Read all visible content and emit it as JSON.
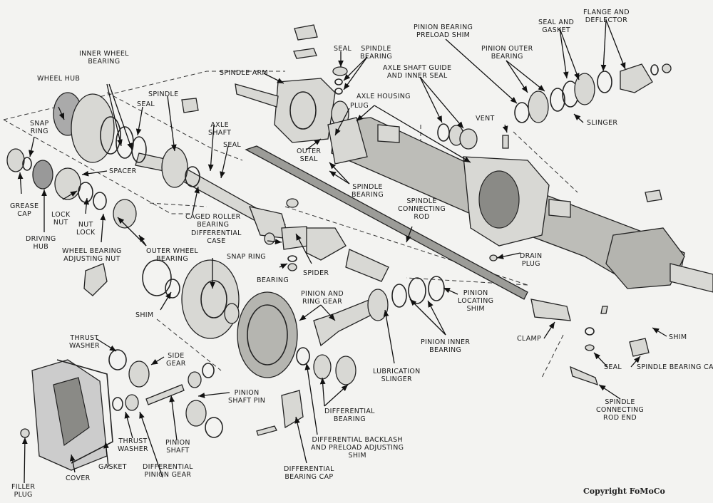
{
  "diagram": {
    "title": "Front Drive Axle Exploded View",
    "copyright": "Copyright FoMoCo",
    "labels": [
      {
        "id": "inner-wheel-bearing",
        "text": "INNER WHEEL\nBEARING"
      },
      {
        "id": "wheel-hub",
        "text": "WHEEL HUB"
      },
      {
        "id": "spindle",
        "text": "SPINDLE"
      },
      {
        "id": "seal-hub",
        "text": "SEAL"
      },
      {
        "id": "snap-ring-hub",
        "text": "SNAP\nRING"
      },
      {
        "id": "axle-shaft",
        "text": "AXLE\nSHAFT"
      },
      {
        "id": "seal-axle",
        "text": "SEAL"
      },
      {
        "id": "spacer",
        "text": "SPACER"
      },
      {
        "id": "grease-cap",
        "text": "GREASE\nCAP"
      },
      {
        "id": "lock-nut",
        "text": "LOCK\nNUT"
      },
      {
        "id": "nut-lock",
        "text": "NUT\nLOCK"
      },
      {
        "id": "driving-hub",
        "text": "DRIVING\nHUB"
      },
      {
        "id": "wheel-bearing-adjusting-nut",
        "text": "WHEEL BEARING\nADJUSTING NUT"
      },
      {
        "id": "outer-wheel-bearing",
        "text": "OUTER WHEEL\nBEARING"
      },
      {
        "id": "caged-roller-bearing",
        "text": "CAGED ROLLER\nBEARING"
      },
      {
        "id": "differential-case",
        "text": "DIFFERENTIAL\nCASE"
      },
      {
        "id": "shim-left",
        "text": "SHIM"
      },
      {
        "id": "spindle-arm",
        "text": "SPINDLE ARM"
      },
      {
        "id": "seal-top",
        "text": "SEAL"
      },
      {
        "id": "spindle-bearing-top",
        "text": "SPINDLE\nBEARING"
      },
      {
        "id": "axle-shaft-guide",
        "text": "AXLE SHAFT GUIDE\nAND INNER SEAL"
      },
      {
        "id": "axle-housing",
        "text": "AXLE HOUSING"
      },
      {
        "id": "plug",
        "text": "PLUG"
      },
      {
        "id": "outer-seal",
        "text": "OUTER\nSEAL"
      },
      {
        "id": "spindle-bearing-bottom",
        "text": "SPINDLE\nBEARING"
      },
      {
        "id": "spindle-connecting-rod",
        "text": "SPINDLE\nCONNECTING\nROD"
      },
      {
        "id": "pinion-bearing-preload-shim",
        "text": "PINION BEARING\nPRELOAD SHIM"
      },
      {
        "id": "seal-and-gasket",
        "text": "SEAL AND\nGASKET"
      },
      {
        "id": "flange-and-deflector",
        "text": "FLANGE AND\nDEFLECTOR"
      },
      {
        "id": "pinion-outer-bearing",
        "text": "PINION OUTER\nBEARING"
      },
      {
        "id": "slinger",
        "text": "SLINGER"
      },
      {
        "id": "vent",
        "text": "VENT"
      },
      {
        "id": "snap-ring-ujoint",
        "text": "SNAP RING"
      },
      {
        "id": "bearing-ujoint",
        "text": "BEARING"
      },
      {
        "id": "spider",
        "text": "SPIDER"
      },
      {
        "id": "pinion-and-ring-gear",
        "text": "PINION AND\nRING GEAR"
      },
      {
        "id": "drain-plug",
        "text": "DRAIN\nPLUG"
      },
      {
        "id": "pinion-locating-shim",
        "text": "PINION\nLOCATING\nSHIM"
      },
      {
        "id": "pinion-inner-bearing",
        "text": "PINION INNER\nBEARING"
      },
      {
        "id": "lubrication-slinger",
        "text": "LUBRICATION\nSLINGER"
      },
      {
        "id": "clamp",
        "text": "CLAMP"
      },
      {
        "id": "shim-right",
        "text": "SHIM"
      },
      {
        "id": "seal-right",
        "text": "SEAL"
      },
      {
        "id": "spindle-bearing-cap",
        "text": "SPINDLE BEARING CAP"
      },
      {
        "id": "spindle-connecting-rod-end",
        "text": "SPINDLE\nCONNECTING\nROD END"
      },
      {
        "id": "thrust-washer-top",
        "text": "THRUST\nWASHER"
      },
      {
        "id": "side-gear",
        "text": "SIDE\nGEAR"
      },
      {
        "id": "pinion-shaft-pin",
        "text": "PINION\nSHAFT PIN"
      },
      {
        "id": "thrust-washer-bottom",
        "text": "THRUST\nWASHER"
      },
      {
        "id": "pinion-shaft",
        "text": "PINION\nSHAFT"
      },
      {
        "id": "gasket",
        "text": "GASKET"
      },
      {
        "id": "differential-pinion-gear",
        "text": "DIFFERENTIAL\nPINION GEAR"
      },
      {
        "id": "cover",
        "text": "COVER"
      },
      {
        "id": "filler-plug",
        "text": "FILLER\nPLUG"
      },
      {
        "id": "differential-bearing",
        "text": "DIFFERENTIAL\nBEARING"
      },
      {
        "id": "differential-backlash-shim",
        "text": "DIFFERENTIAL BACKLASH\nAND PRELOAD ADJUSTING\nSHIM"
      },
      {
        "id": "differential-bearing-cap",
        "text": "DIFFERENTIAL\nBEARING CAP"
      }
    ]
  }
}
